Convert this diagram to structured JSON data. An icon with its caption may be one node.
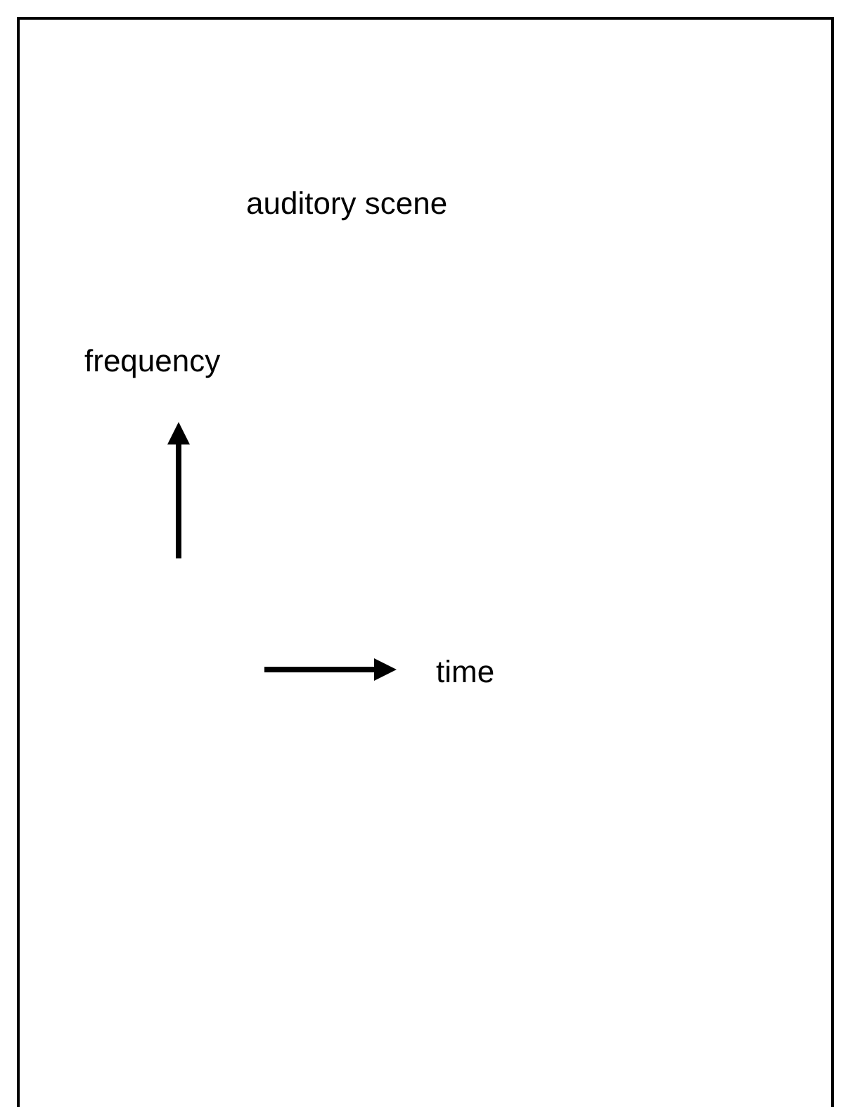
{
  "diagram": {
    "labels": [
      "auditory scene",
      "frequency",
      "time"
    ]
  }
}
